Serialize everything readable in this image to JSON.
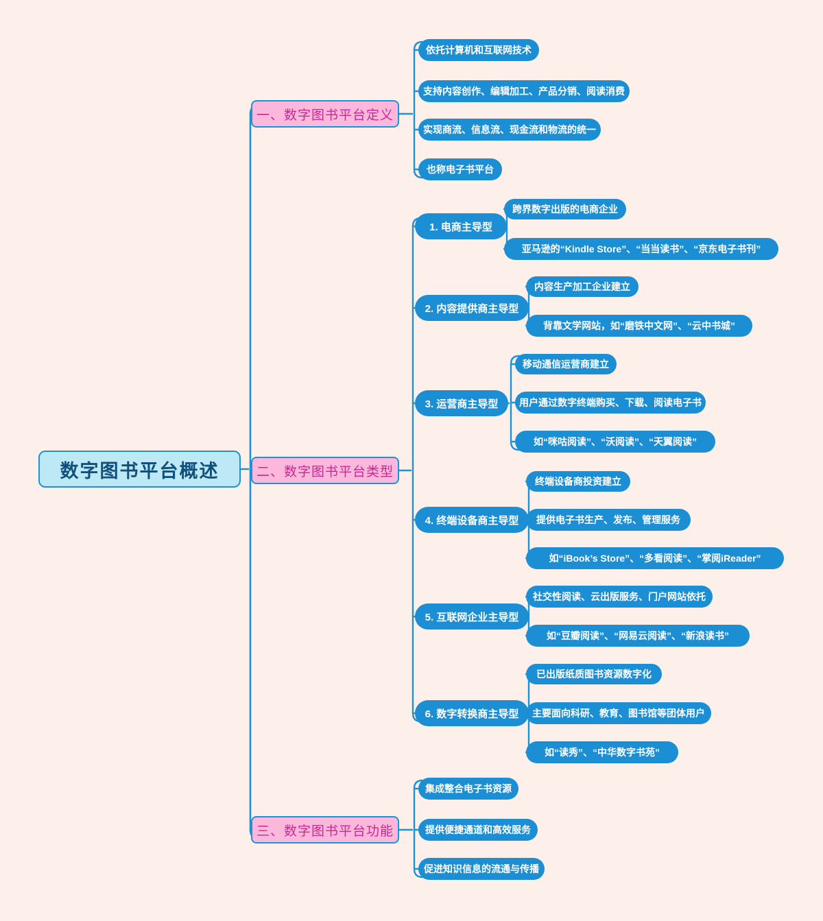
{
  "theme": {
    "background": "#FDEFEA",
    "root_fill": "#BDE8F5",
    "root_text": "#12507B",
    "level1_fill": "#FBB8DC",
    "level1_text": "#C42B8E",
    "node_fill": "#1C8FD4",
    "node_text": "#FFFFFF",
    "link_color": "#1C93D4"
  },
  "root": {
    "label": "数字图书平台概述"
  },
  "branches": [
    {
      "label": "一、数字图书平台定义",
      "children": [
        {
          "label": "依托计算机和互联网技术"
        },
        {
          "label": "支持内容创作、编辑加工、产品分销、阅读消费"
        },
        {
          "label": "实现商流、信息流、现金流和物流的统一"
        },
        {
          "label": "也称电子书平台"
        }
      ]
    },
    {
      "label": "二、数字图书平台类型",
      "children": [
        {
          "label": "1. 电商主导型",
          "children": [
            {
              "label": "跨界数字出版的电商企业"
            },
            {
              "label": "亚马逊的“Kindle Store”、“当当读书”、“京东电子书刊”"
            }
          ]
        },
        {
          "label": "2. 内容提供商主导型",
          "children": [
            {
              "label": "内容生产加工企业建立"
            },
            {
              "label": "背靠文学网站，如“磨铁中文网”、“云中书城”"
            }
          ]
        },
        {
          "label": "3. 运营商主导型",
          "children": [
            {
              "label": "移动通信运营商建立"
            },
            {
              "label": "用户通过数字终端购买、下载、阅读电子书"
            },
            {
              "label": "如“咪咕阅读”、“沃阅读”、“天翼阅读”"
            }
          ]
        },
        {
          "label": "4. 终端设备商主导型",
          "children": [
            {
              "label": "终端设备商投资建立"
            },
            {
              "label": "提供电子书生产、发布、管理服务"
            },
            {
              "label": "如“iBook’s Store”、“多看阅读”、“掌阅iReader”"
            }
          ]
        },
        {
          "label": "5. 互联网企业主导型",
          "children": [
            {
              "label": "社交性阅读、云出版服务、门户网站依托"
            },
            {
              "label": "如“豆瓣阅读”、“网易云阅读”、“新浪读书”"
            }
          ]
        },
        {
          "label": "6. 数字转换商主导型",
          "children": [
            {
              "label": "已出版纸质图书资源数字化"
            },
            {
              "label": "主要面向科研、教育、图书馆等团体用户"
            },
            {
              "label": "如“读秀”、“中华数字书苑”"
            }
          ]
        }
      ]
    },
    {
      "label": "三、数字图书平台功能",
      "children": [
        {
          "label": "集成整合电子书资源"
        },
        {
          "label": "提供便捷通道和高效服务"
        },
        {
          "label": "促进知识信息的流通与传播"
        }
      ]
    }
  ]
}
